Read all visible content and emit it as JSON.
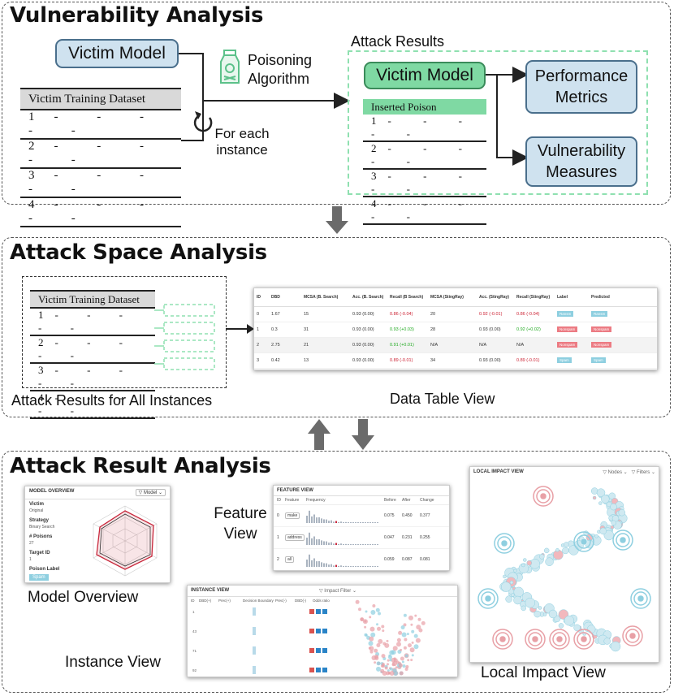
{
  "panels": {
    "vulnerability": {
      "title": "Vulnerability Analysis",
      "victim_model": "Victim Model",
      "dataset_header": "Victim Training Dataset",
      "rows": [
        "1",
        "2",
        "3",
        "4"
      ],
      "row_dashes": "- - - - -",
      "for_each": "For each instance",
      "poisoning": "Poisoning Algorithm",
      "attack_results": "Attack Results",
      "victim_model_green": "Victim Model",
      "inserted_poison": "Inserted Poison",
      "poison_rows": [
        "1",
        "2",
        "3",
        "4"
      ],
      "performance": "Performance Metrics",
      "vulnerability_measures": "Vulnerability Measures"
    },
    "attack_space": {
      "title": "Attack Space Analysis",
      "dataset_header": "Victim Training Dataset",
      "rows": [
        "1",
        "2",
        "3",
        "4"
      ],
      "caption_left": "Attack Results for All Instances",
      "caption_right": "Data Table View",
      "table": {
        "headers": [
          "ID",
          "DBD",
          "MCSA (B. Search)",
          "Acc. (B. Search)",
          "Recall (B Search)",
          "MCSA (StingRay)",
          "Acc. (StingRay)",
          "Recall (StingRay)",
          "Label",
          "Predicted"
        ],
        "rows": [
          [
            "0",
            "1.67",
            "15",
            "0.93 (0.00)",
            "0.86 (-0.04)",
            "20",
            "0.92 (-0.01)",
            "0.86 (-0.04)",
            "Ransm",
            "Ransm"
          ],
          [
            "1",
            "0.3",
            "31",
            "0.93 (0.00)",
            "0.93 (+0.03)",
            "28",
            "0.93 (0.00)",
            "0.92 (+0.02)",
            "Nonspam",
            "Nonspam"
          ],
          [
            "2",
            "2.75",
            "21",
            "0.93 (0.00)",
            "0.91 (+0.01)",
            "N/A",
            "N/A",
            "N/A",
            "Nonspam",
            "Nonspam"
          ],
          [
            "3",
            "0.42",
            "13",
            "0.93 (0.00)",
            "0.89 (-0.01)",
            "34",
            "0.93 (0.00)",
            "0.89 (-0.01)",
            "Spam",
            "Spam"
          ]
        ]
      }
    },
    "attack_result": {
      "title": "Attack Result Analysis",
      "model_overview": "Model Overview",
      "feature_view": "Feature View",
      "instance_view": "Instance View",
      "local_impact_view": "Local Impact View",
      "mo_header": "MODEL OVERVIEW",
      "mo_fields": [
        "Victim",
        "Original",
        "Strategy",
        "Binary Search",
        "# Poisons",
        "27",
        "Target ID",
        "1",
        "Poison Label",
        "Spam"
      ],
      "fv_header": "FEATURE VIEW",
      "fv_cols": [
        "ID",
        "Feature",
        "Frequency",
        "Before",
        "After",
        "Change"
      ],
      "fv_rows": [
        [
          "0",
          "make",
          "0.075",
          "0.450",
          "0.377"
        ],
        [
          "1",
          "address",
          "0.047",
          "0.231",
          "0.255"
        ],
        [
          "2",
          "all",
          "0.059",
          "0.087",
          "0.081"
        ]
      ],
      "iv_header": "INSTANCE VIEW",
      "iv_cols": [
        "ID",
        "DBD(+)",
        "Prec(+)",
        "Decision Boundary",
        "Prec(-)",
        "DBD(-)",
        "Odds ratio"
      ],
      "li_header": "LOCAL IMPACT VIEW"
    }
  },
  "colors": {
    "blue_box": "#cfe2ef",
    "green_box": "#7fd9a3",
    "dashed_green": "#8fe0b0",
    "arrow_gray": "#6b6b6b"
  }
}
